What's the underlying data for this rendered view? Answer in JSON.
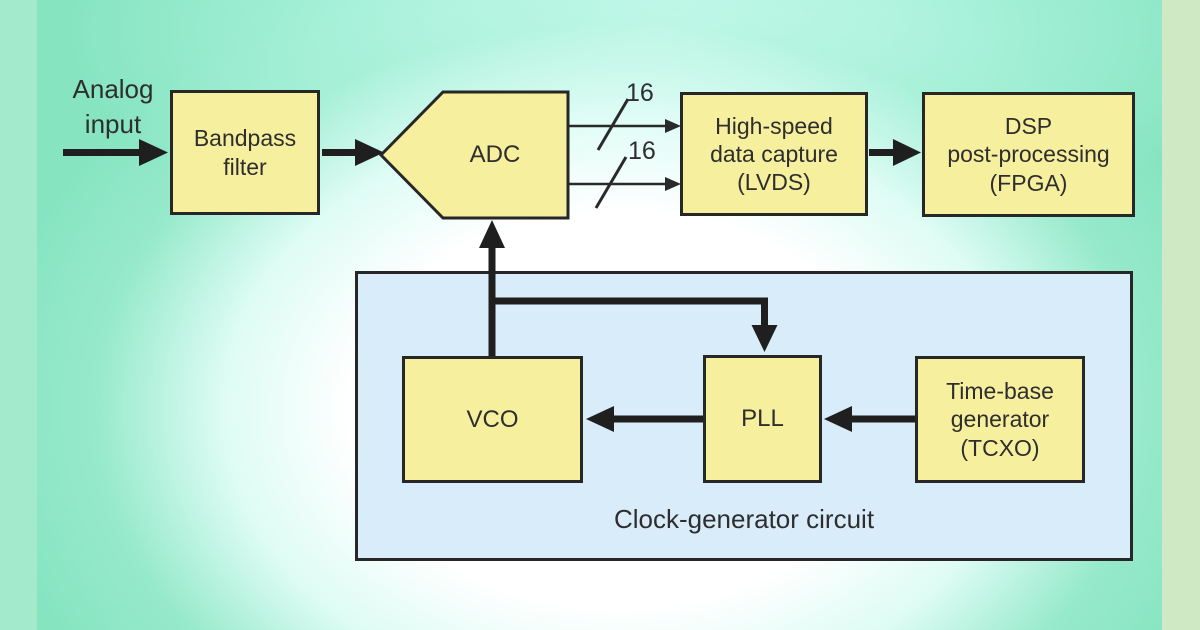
{
  "diagram": {
    "type": "block-diagram",
    "subject": "ADC signal chain with clock-generator circuit",
    "labels": {
      "analog_input": "Analog\ninput",
      "bus_width_top": "16",
      "bus_width_bottom": "16",
      "clock_generator_caption": "Clock-generator circuit"
    },
    "blocks": {
      "bandpass": {
        "label": "Bandpass\nfilter"
      },
      "adc": {
        "label": "ADC",
        "shape": "pentagon-point-left"
      },
      "lvds": {
        "label": "High-speed\ndata capture\n(LVDS)"
      },
      "dsp": {
        "label": "DSP\npost-processing\n(FPGA)"
      },
      "vco": {
        "label": "VCO"
      },
      "pll": {
        "label": "PLL"
      },
      "tcxo": {
        "label": "Time-base\ngenerator\n(TCXO)"
      }
    },
    "connections": [
      "analog-input -> bandpass (thick arrow)",
      "bandpass -> adc (thick arrow)",
      "adc -> lvds (two thin 16-bit bus arrows with slash marks)",
      "lvds -> dsp (thick arrow)",
      "vco -> adc (thick arrow up)",
      "vco line branch -> pll (thick arrow down)",
      "pll -> vco (thick arrow left)",
      "tcxo -> pll (thick arrow left)"
    ],
    "colors": {
      "block_fill": "#f6ef9e",
      "block_border": "#272727",
      "clock_box_fill": "#d9ecf9",
      "arrow": "#1f1f1f",
      "background_mint": "#86e4c1",
      "background_glow": "#ffffff",
      "text": "#2e2e2e"
    }
  }
}
